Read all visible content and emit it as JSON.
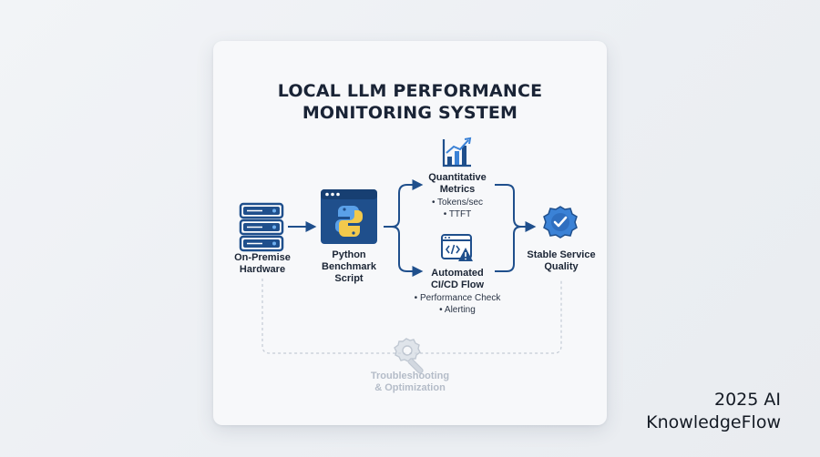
{
  "title": {
    "line1": "LOCAL LLM PERFORMANCE",
    "line2": "MONITORING SYSTEM"
  },
  "colors": {
    "primary": "#1f4f8c",
    "accent": "#3b82d6",
    "faded": "#b4bcc8",
    "text": "#1a2436"
  },
  "nodes": {
    "hardware": {
      "icon": "server-icon",
      "line1": "On-Premise",
      "line2": "Hardware"
    },
    "script": {
      "icon": "python-icon",
      "line1": "Python",
      "line2": "Benchmark",
      "line3": "Script"
    },
    "metrics": {
      "icon": "bar-chart-trend-icon",
      "line1": "Quantitative",
      "line2": "Metrics",
      "bullets": [
        "• Tokens/sec",
        "• TTFT"
      ]
    },
    "cicd": {
      "icon": "code-alert-icon",
      "line1": "Automated",
      "line2": "CI/CD Flow",
      "bullets": [
        "• Performance Check",
        "• Alerting"
      ]
    },
    "quality": {
      "icon": "check-badge-icon",
      "line1": "Stable Service",
      "line2": "Quality"
    },
    "troubleshoot": {
      "icon": "gear-wrench-icon",
      "line1": "Troubleshooting",
      "line2": "& Optimization"
    }
  },
  "watermark": {
    "line1": "2025 AI",
    "line2": "KnowledgeFlow"
  }
}
